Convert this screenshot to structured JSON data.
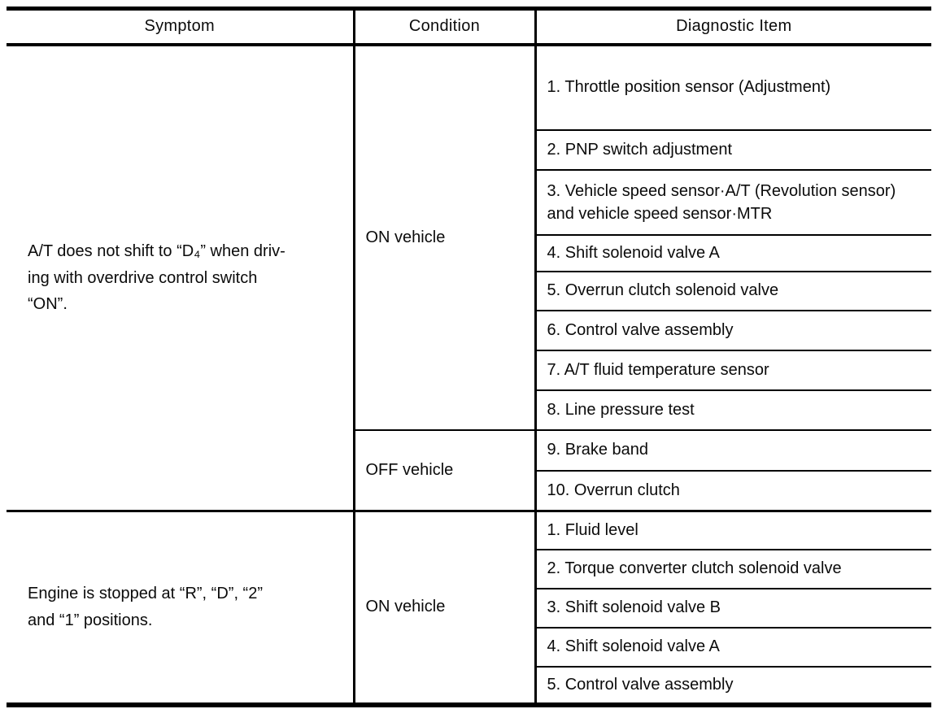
{
  "table": {
    "headers": {
      "symptom": "Symptom",
      "condition": "Condition",
      "diagnostic": "Diagnostic Item"
    },
    "sections": [
      {
        "symptom_lines": [
          "A/T does not shift to “D₄” when driv-",
          "ing with overdrive control switch",
          "“ON”."
        ],
        "condition_groups": [
          {
            "condition": "ON vehicle",
            "items": [
              "1. Throttle position sensor (Adjustment)",
              "2. PNP switch adjustment",
              "3. Vehicle speed sensor·A/T (Revolution sensor) and vehicle speed sensor·MTR",
              "4. Shift solenoid valve A",
              "5. Overrun clutch solenoid valve",
              "6. Control valve assembly",
              "7. A/T fluid temperature sensor",
              "8. Line pressure test"
            ]
          },
          {
            "condition": "OFF vehicle",
            "items": [
              "9. Brake band",
              "10. Overrun clutch"
            ]
          }
        ]
      },
      {
        "symptom_lines": [
          "Engine is stopped at “R”, “D”, “2”",
          "and “1” positions."
        ],
        "condition_groups": [
          {
            "condition": "ON vehicle",
            "items": [
              "1. Fluid level",
              "2. Torque converter clutch solenoid valve",
              "3. Shift solenoid valve B",
              "4. Shift solenoid valve A",
              "5. Control valve assembly"
            ]
          }
        ]
      }
    ]
  },
  "colors": {
    "ink": "#0b0b0b",
    "paper": "#ffffff",
    "rule": "#000000"
  }
}
